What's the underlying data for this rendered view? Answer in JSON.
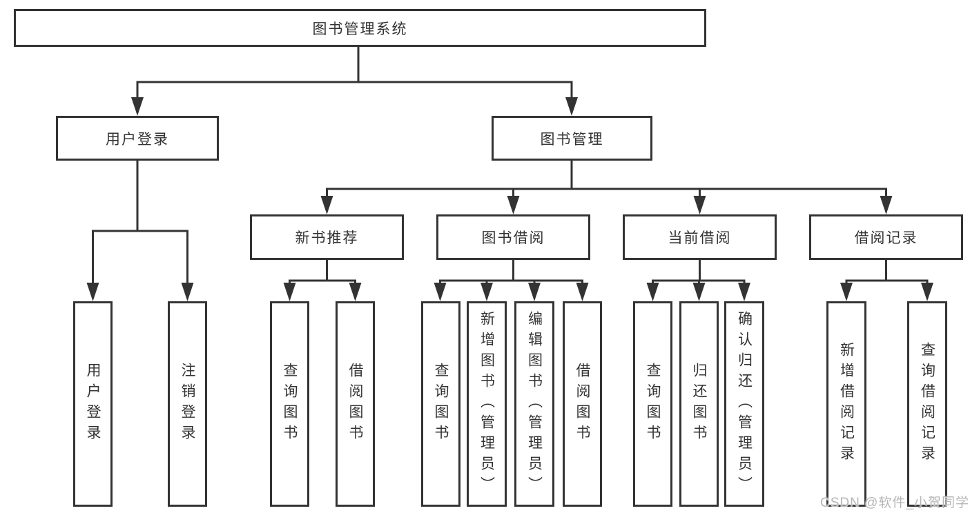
{
  "diagram_title": "图书管理系统",
  "tree": {
    "label": "图书管理系统",
    "children": [
      {
        "label": "用户登录",
        "children": [
          {
            "label": "用户登录"
          },
          {
            "label": "注销登录"
          }
        ]
      },
      {
        "label": "图书管理",
        "children": [
          {
            "label": "新书推荐",
            "children": [
              {
                "label": "查询图书"
              },
              {
                "label": "借阅图书"
              }
            ]
          },
          {
            "label": "图书借阅",
            "children": [
              {
                "label": "查询图书"
              },
              {
                "label": "新增图书（管理员）"
              },
              {
                "label": "编辑图书（管理员）"
              },
              {
                "label": "借阅图书"
              }
            ]
          },
          {
            "label": "当前借阅",
            "children": [
              {
                "label": "查询图书"
              },
              {
                "label": "归还图书"
              },
              {
                "label": "确认归还（管理员）"
              }
            ]
          },
          {
            "label": "借阅记录",
            "children": [
              {
                "label": "新增借阅记录"
              },
              {
                "label": "查询借阅记录"
              }
            ]
          }
        ]
      }
    ]
  },
  "watermark": {
    "text": "CSDN @软件_小贺同学"
  },
  "colors": {
    "line": "#333333",
    "text": "#333333",
    "background": "#ffffff",
    "watermark": "#b5b5b5"
  }
}
